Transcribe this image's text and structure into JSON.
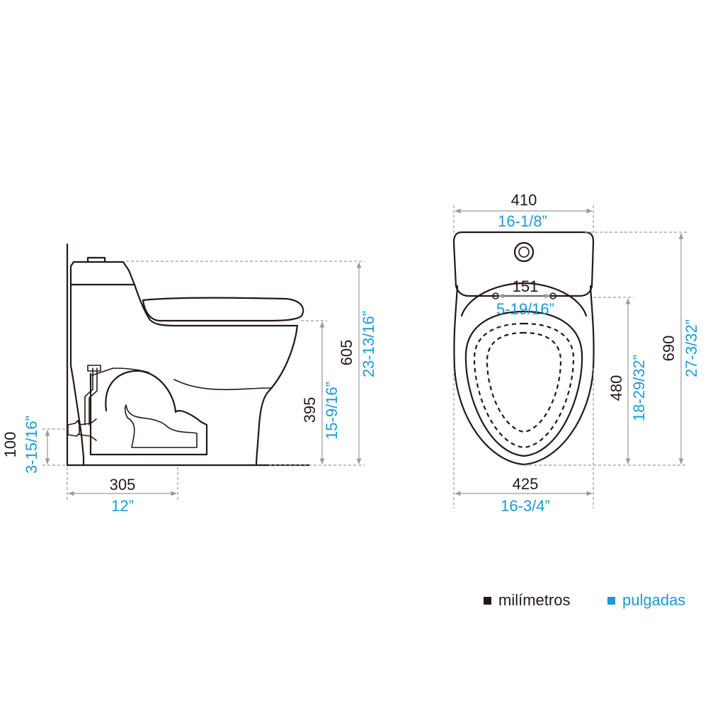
{
  "side_view": {
    "dims": {
      "height_total_mm": "605",
      "height_total_in": "23-13/16”",
      "seat_height_mm": "395",
      "seat_height_in": "15-9/16”",
      "inlet_height_mm": "100",
      "inlet_height_in": "3-15/16”",
      "rough_in_mm": "305",
      "rough_in_in": "12”"
    }
  },
  "top_view": {
    "dims": {
      "tank_width_mm": "410",
      "tank_width_in": "16-1/8”",
      "bolt_spacing_mm": "151",
      "bolt_spacing_in": "5-19/16”",
      "bowl_length_mm": "480",
      "bowl_length_in": "18-29/32”",
      "total_depth_mm": "690",
      "total_depth_in": "27-3/32”",
      "bowl_width_mm": "425",
      "bowl_width_in": "16-3/4”"
    }
  },
  "legend": {
    "mm_label": "milímetros",
    "in_label": "pulgadas",
    "mm_color": "#231815",
    "in_color": "#1a9ad6"
  }
}
